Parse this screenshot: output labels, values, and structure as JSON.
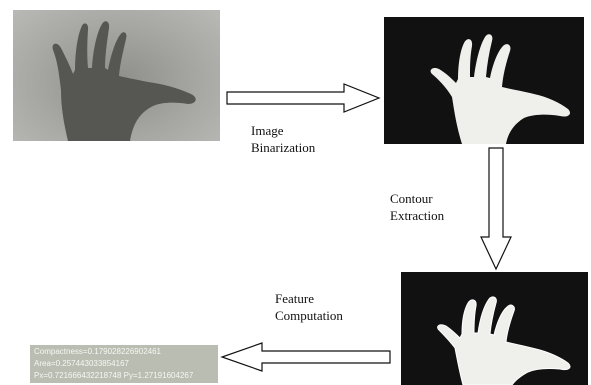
{
  "steps": {
    "binarization": "Image\nBinarization",
    "contour": "Contour\nExtraction",
    "feature": "Feature\nComputation"
  },
  "readout": {
    "line1": "Compactness=0.179028226902461",
    "line2": "Area=0.257443033854167",
    "line3": "Px=0.721666432218748    Py=1.27191604267"
  }
}
